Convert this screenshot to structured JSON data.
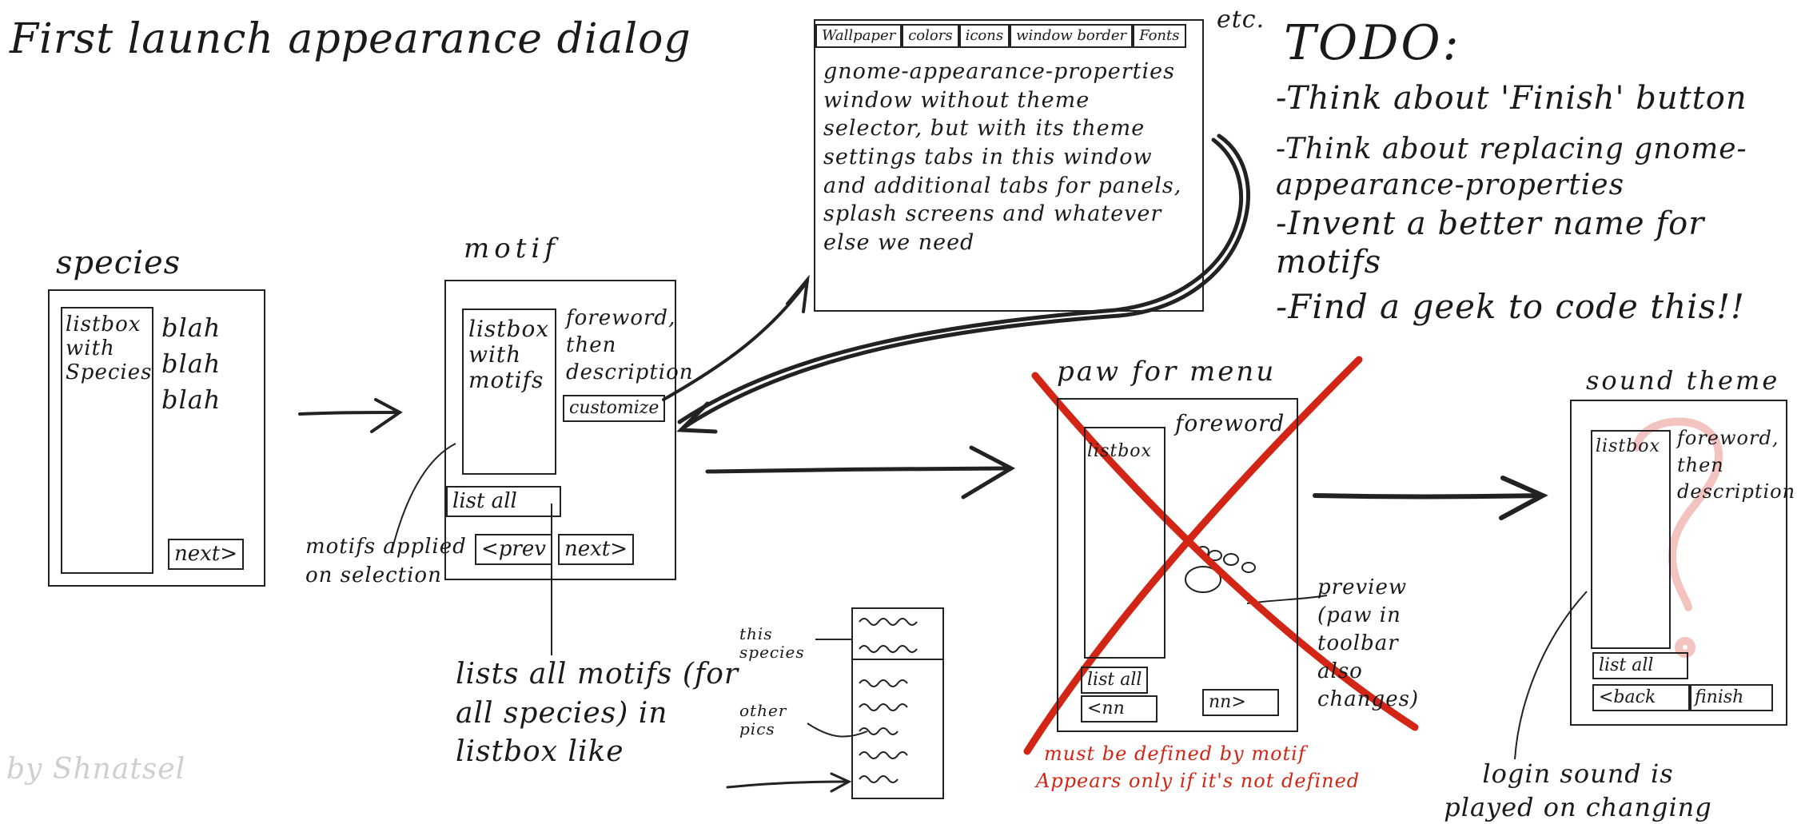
{
  "title": "First launch appearance dialog",
  "species": {
    "heading": "species",
    "listbox_text": "listbox with Species",
    "blah": "blah blah blah",
    "next": "next>"
  },
  "motif": {
    "heading": "motif",
    "listbox_text": "listbox with motifs",
    "description": "foreword, then description",
    "customize": "customize",
    "list_all": "list all",
    "prev": "<prev",
    "next": "next>"
  },
  "motifs_note": "motifs applied on selection",
  "lists_all_note": "lists all motifs (for all species) in listbox like",
  "list_example": {
    "this_species": "this species",
    "other_pics": "other pics"
  },
  "appearance_window": {
    "tabs": [
      "Wallpaper",
      "colors",
      "icons",
      "window border",
      "Fonts"
    ],
    "etc": "etc.",
    "body": "gnome-appearance-properties window without theme selector, but with its theme settings tabs in this window and additional tabs for panels, splash screens and whatever else we need"
  },
  "todo": {
    "heading": "TODO:",
    "items": [
      "-Think about 'Finish' button",
      "-Think about replacing gnome-appearance-properties",
      "-Invent a better name for motifs",
      "-Find a geek to code this!!"
    ]
  },
  "paw": {
    "heading": "paw for menu",
    "foreword": "foreword",
    "listbox": "listbox",
    "list_all": "list all",
    "prev": "<nn",
    "next": "nn>",
    "preview_note": "preview (paw in toolbar also changes)",
    "red_note_line1": "must be defined by motif",
    "red_note_line2": "Appears only if it's not defined"
  },
  "sound": {
    "heading": "sound theme",
    "listbox": "listbox",
    "description": "foreword, then description",
    "list_all": "list all",
    "back": "<back",
    "finish": "finish",
    "note": "login sound is played on changing"
  },
  "signature": "by Shnatsel",
  "colors": {
    "ink": "#1a1a1a",
    "red": "#d22515",
    "pink": "#f3c3c0"
  }
}
